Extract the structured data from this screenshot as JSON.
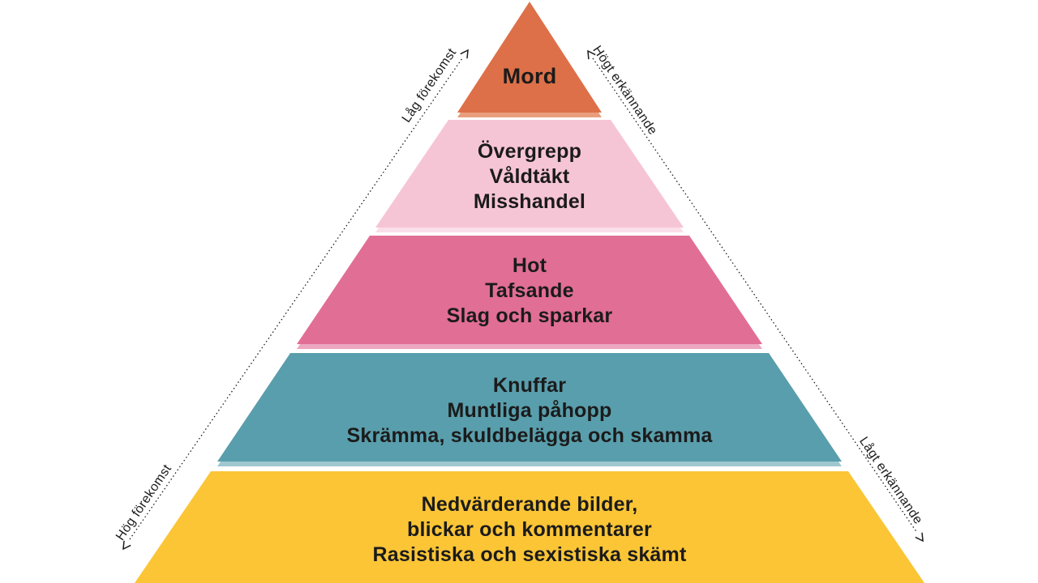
{
  "pyramid": {
    "description": "Pyramid diagram of violence (Swedish): frequency vs social recognition",
    "levels": [
      {
        "id": "mord",
        "color": "#DD7048",
        "shadow": "#E89E7C",
        "lines": [
          "Mord"
        ]
      },
      {
        "id": "overgrepp",
        "color": "#F6C5D5",
        "shadow": "#FADEE9",
        "lines": [
          "Övergrepp",
          "Våldtäkt",
          "Misshandel"
        ]
      },
      {
        "id": "hot",
        "color": "#E16E95",
        "shadow": "#EDA7C0",
        "lines": [
          "Hot",
          "Tafsande",
          "Slag och sparkar"
        ]
      },
      {
        "id": "knuffar",
        "color": "#599EAC",
        "shadow": "#9FC7CF",
        "lines": [
          "Knuffar",
          "Muntliga påhopp",
          "Skrämma, skuldbelägga och skamma"
        ]
      },
      {
        "id": "nedvarderande",
        "color": "#FBC536",
        "shadow": "#FDDF8D",
        "lines": [
          "Nedvärderande bilder,",
          "blickar och kommentarer",
          "Rasistiska och sexistiska skämt"
        ]
      }
    ]
  },
  "axes": {
    "left": {
      "top_label": "Låg förekomst",
      "bottom_label": "Hög förekomst"
    },
    "right": {
      "top_label": "Högt erkännande",
      "bottom_label": "Lågt erkännande"
    }
  },
  "colors": {
    "background": "#FFFFFF",
    "text": "#1B1B1B",
    "axis_line": "#1C1C1C"
  }
}
